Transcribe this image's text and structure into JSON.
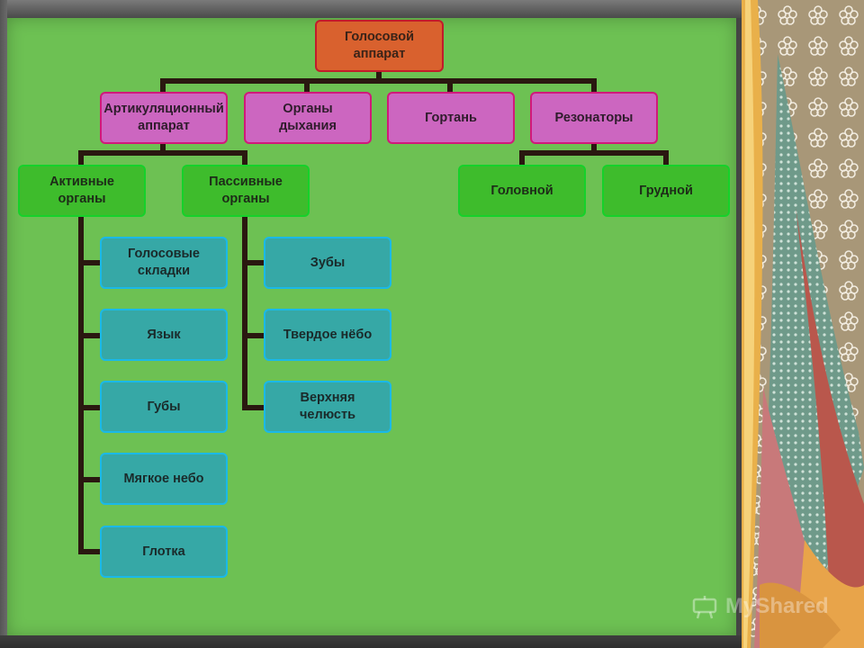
{
  "diagram": {
    "root": "Голосовой аппарат",
    "level1": [
      "Артикуляционный аппарат",
      "Органы дыхания",
      "Гортань",
      "Резонаторы"
    ],
    "articulatory_children": [
      "Активные органы",
      "Пассивные органы"
    ],
    "resonator_children": [
      "Головной",
      "Грудной"
    ],
    "active_organs": [
      "Голосовые складки",
      "Язык",
      "Губы",
      "Мягкое небо",
      "Глотка"
    ],
    "passive_organs": [
      "Зубы",
      "Твердое нёбо",
      "Верхняя челюсть"
    ]
  },
  "watermark": "MyShared",
  "colors": {
    "background": "#6dc153",
    "root_fill": "#d9612e",
    "level1_fill": "#cc66c0",
    "level2_fill": "#3ebc2c",
    "leaf_fill": "#36a8a6",
    "connector": "#2a1810"
  }
}
